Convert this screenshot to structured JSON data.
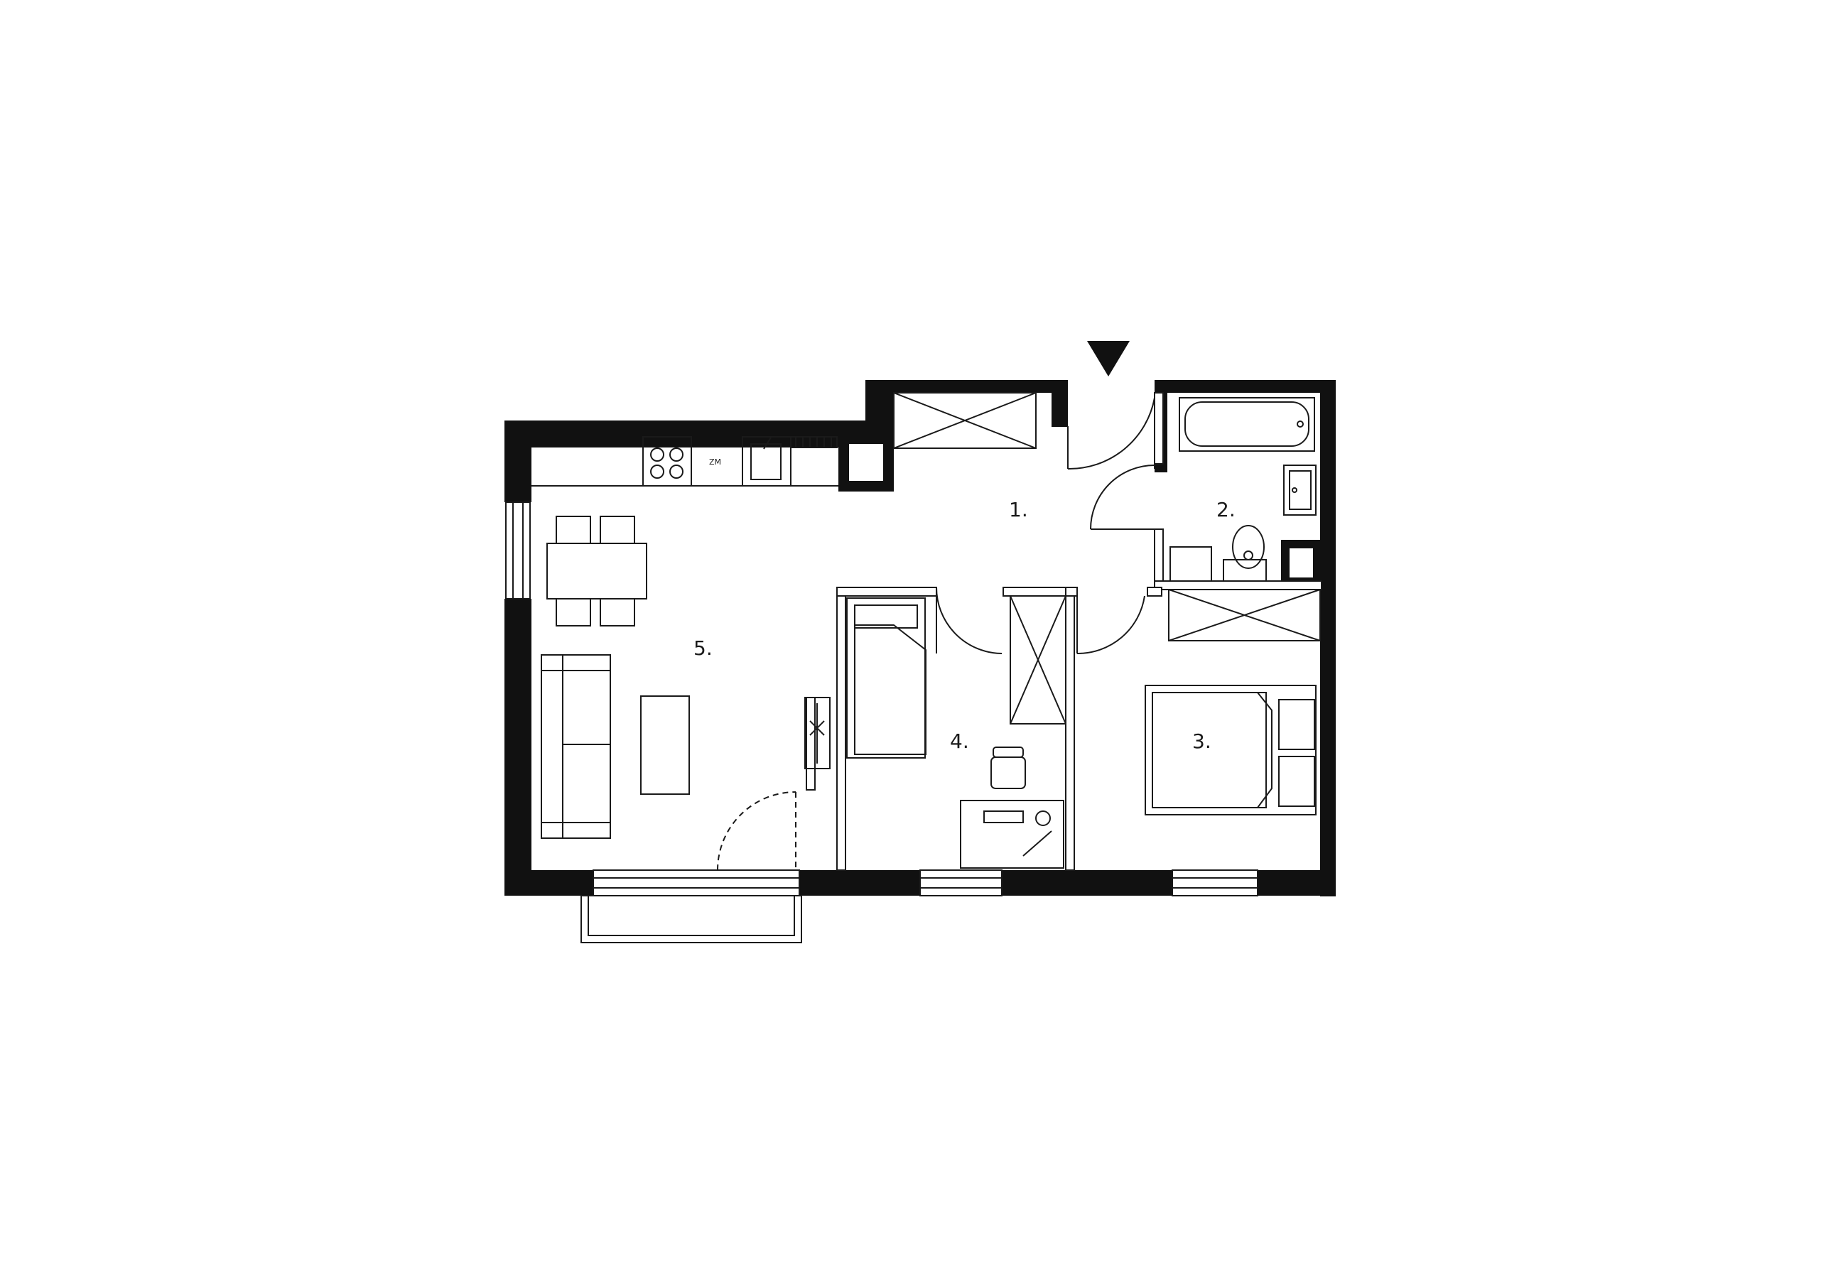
{
  "plan": {
    "rooms": [
      {
        "id": "hall",
        "number": "1."
      },
      {
        "id": "bathroom",
        "number": "2."
      },
      {
        "id": "bedroom",
        "number": "3."
      },
      {
        "id": "office",
        "number": "4."
      },
      {
        "id": "living-kitchen",
        "number": "5."
      }
    ],
    "fixtures": {
      "washer_mark": "ZM"
    }
  },
  "colors": {
    "wall": "#111111",
    "partition": "#9a9a9a",
    "line": "#1a1a1a",
    "background": "#ffffff"
  }
}
